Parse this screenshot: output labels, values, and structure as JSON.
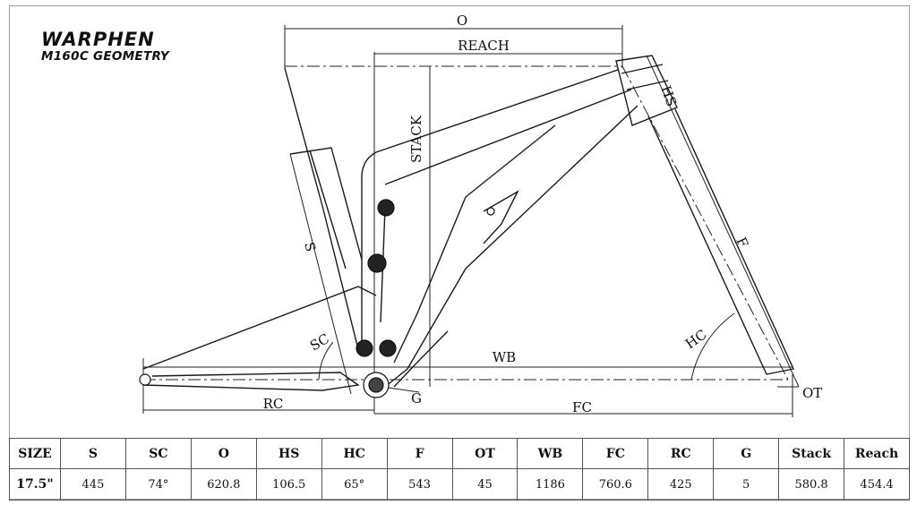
{
  "brand": {
    "name": "WARPHEN",
    "model": "M160C GEOMETRY"
  },
  "dimension_labels": {
    "o": "O",
    "reach": "REACH",
    "stack": "STACK",
    "hs": "HS",
    "f": "F",
    "s": "S",
    "sc": "SC",
    "hc": "HC",
    "wb": "WB",
    "ot": "OT",
    "rc": "RC",
    "fc": "FC",
    "g": "G"
  },
  "table": {
    "headers": [
      "SIZE",
      "S",
      "SC",
      "O",
      "HS",
      "HC",
      "F",
      "OT",
      "WB",
      "FC",
      "RC",
      "G",
      "Stack",
      "Reach"
    ],
    "rows": [
      [
        "17.5\"",
        "445",
        "74°",
        "620.8",
        "106.5",
        "65°",
        "543",
        "45",
        "1186",
        "760.6",
        "425",
        "5",
        "580.8",
        "454.4"
      ]
    ]
  }
}
